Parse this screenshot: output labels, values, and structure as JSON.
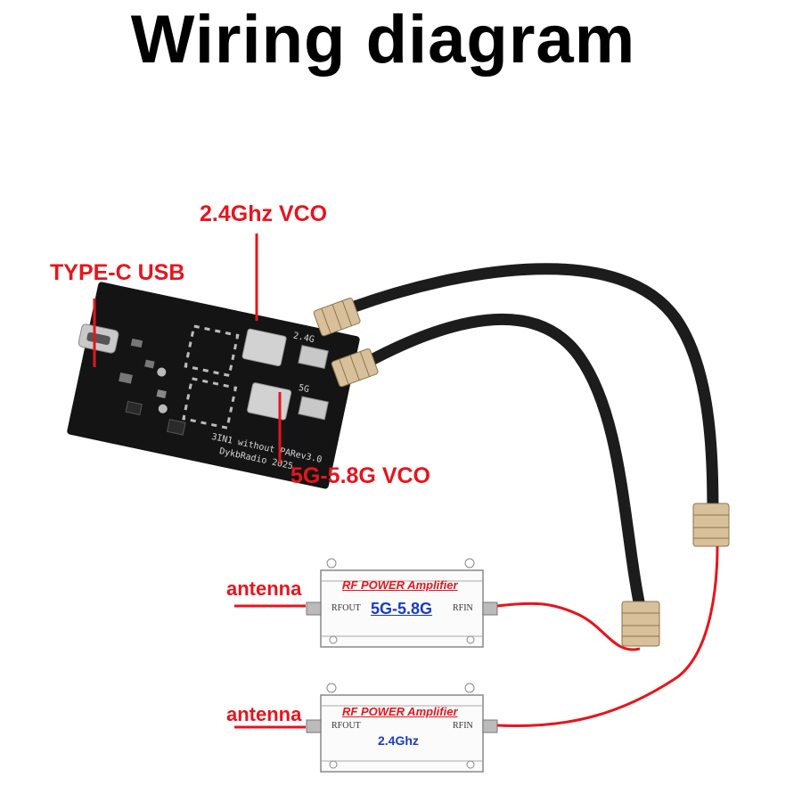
{
  "title": "Wiring diagram",
  "labels": {
    "usb": "TYPE-C USB",
    "vco24": "2.4Ghz VCO",
    "vco58": "5G-5.8G VCO"
  },
  "pcb": {
    "port_24": "2.4G",
    "port_5g": "5G",
    "silk_line1": "3IN1 without PARev3.0",
    "silk_line2": "DykbRadio 2025"
  },
  "amplifiers": [
    {
      "antenna": "antenna",
      "title": "RF POWER Amplifier",
      "band": "5G-5.8G",
      "rfout": "RFOUT",
      "rfin": "RFIN"
    },
    {
      "antenna": "antenna",
      "title": "RF POWER Amplifier",
      "band": "2.4Ghz",
      "rfout": "RFOUT",
      "rfin": "RFIN"
    }
  ],
  "colors": {
    "label_red": "#e8141c",
    "band_blue": "#1a3bc8",
    "pcb": "#141414",
    "cable": "#1c1c1c"
  }
}
